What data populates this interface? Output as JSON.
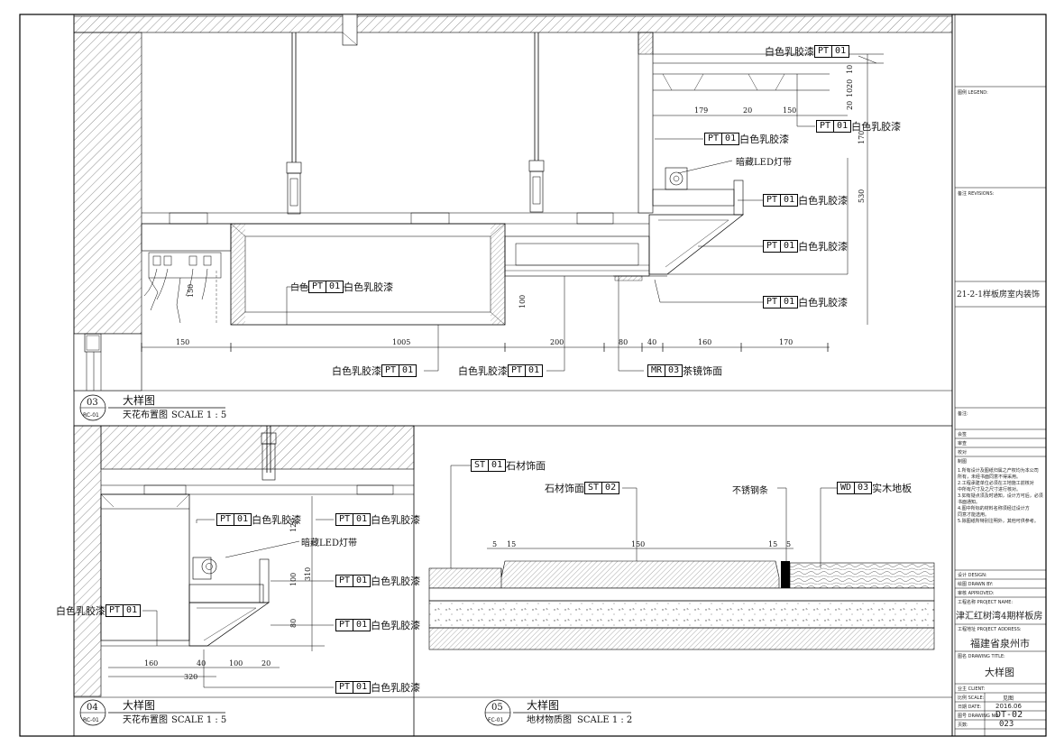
{
  "materials": {
    "pt01": "PT",
    "pt01_num": "01",
    "mr03": "MR",
    "mr03_num": "03",
    "st01": "ST",
    "st01_num": "01",
    "st02": "ST",
    "st02_num": "02",
    "wd03": "WD",
    "wd03_num": "03",
    "latex_white": "白色乳胶漆",
    "tea_mirror": "茶镜饰面",
    "stone_face": "石材饰面",
    "stainless_strip": "不锈钢条",
    "solid_wood": "实木地板",
    "hidden_led": "暗藏LED灯带"
  },
  "details": [
    {
      "num": "03",
      "code": "RC-01",
      "title": "大样图",
      "subtitle": "天花布置图",
      "scale": "SCALE 1 : 5"
    },
    {
      "num": "04",
      "code": "RC-01",
      "title": "大样图",
      "subtitle": "天花布置图",
      "scale": "SCALE 1 : 5"
    },
    {
      "num": "05",
      "code": "FC-01",
      "title": "大样图",
      "subtitle": "地材物质图",
      "scale": "SCALE 1 : 2"
    }
  ],
  "dims_top": [
    "150",
    "1005",
    "200",
    "80",
    "40",
    "160",
    "170",
    "179",
    "20",
    "150",
    "170",
    "530",
    "150",
    "100",
    "10",
    "20",
    "10",
    "20"
  ],
  "dims_b4": [
    "160",
    "40",
    "100",
    "20",
    "320",
    "120",
    "100",
    "80",
    "310"
  ],
  "dims_b5": [
    "5",
    "15",
    "150",
    "15",
    "5"
  ],
  "title_block": {
    "legend": "图例 LEGEND:",
    "revisions": "备注 REVISIONS:",
    "project_vertical": "21-2-1样板房室内装饰",
    "notes_label": "备注:",
    "row1": "会签",
    "row2": "审查",
    "row3": "校对",
    "row4": "制图",
    "notes": [
      "1.所有设计及图纸归属之产权均为本公司",
      "所有，未经书面同意不得采用。",
      "2.工程承建单位必须在工地施工前核对",
      "中所有尺寸及之尺寸进行核对。",
      "3.如有疑点须及时通知，设计方可后，必须",
      "书面通知。",
      "4.图中所标的材料名称须经过设计方",
      "同意才能选用。",
      "5.除图纸所特别注明外，其他可供参考。"
    ],
    "design": "设计 DESIGN:",
    "drawn": "绘图 DRAWN BY:",
    "checked": "审核 APPROVED:",
    "project_name_label": "工程名称 PROJECT NAME:",
    "project_name": "津汇红树湾4期样板房",
    "project_address_label": "工程地址 PROJECT ADDRESS:",
    "project_address": "福建省泉州市",
    "drawing_title_label": "图名 DRAWING TITLE:",
    "drawing_title": "大样图",
    "client_label": "业主 CLIENT:",
    "scale_label": "比例 SCALE:",
    "scale_value": "见图",
    "date_label": "日期 DATE:",
    "date_value": "2016.06",
    "drawing_no_label": "图号 DRAWING NO:",
    "drawing_no": "DT-02",
    "page_label": "页数:",
    "page_no": "023"
  }
}
